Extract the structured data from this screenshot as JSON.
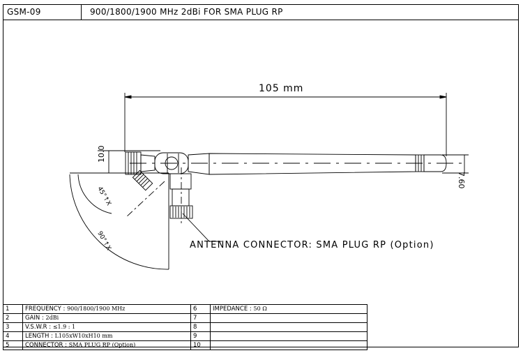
{
  "header": {
    "model_code": "GSM-09",
    "title": "900/1800/1900 MHz 2dBi FOR SMA PLUG RP"
  },
  "drawing": {
    "overall_length": "105 mm",
    "height_dim": "10.0",
    "diameter_dim": "7.60",
    "angle_small": "45°↑X",
    "angle_large": "90°↑X",
    "connector_note": "ANTENNA CONNECTOR: SMA PLUG RP (Option)"
  },
  "specs": {
    "rows": [
      {
        "n1": "1",
        "label1": "FREQUENCY  :  ",
        "value1": "900/1800/1900 MHz",
        "n2": "6",
        "label2": "IMPEDANCE  :  ",
        "value2": "50 Ω"
      },
      {
        "n1": "2",
        "label1": "GAIN  :  ",
        "value1": "2dBi",
        "n2": "7",
        "label2": "",
        "value2": ""
      },
      {
        "n1": "3",
        "label1": "V.S.W.R  :  ",
        "value1": "≤1.9 : 1",
        "n2": "8",
        "label2": "",
        "value2": ""
      },
      {
        "n1": "4",
        "label1": "LENGTH  :  ",
        "value1": "L105xW10xH10  mm",
        "n2": "9",
        "label2": "",
        "value2": ""
      },
      {
        "n1": "5",
        "label1": "CONNECTOR  :  ",
        "value1": "SMA PLUG RP (Option)",
        "n2": "10",
        "label2": "",
        "value2": ""
      }
    ]
  }
}
